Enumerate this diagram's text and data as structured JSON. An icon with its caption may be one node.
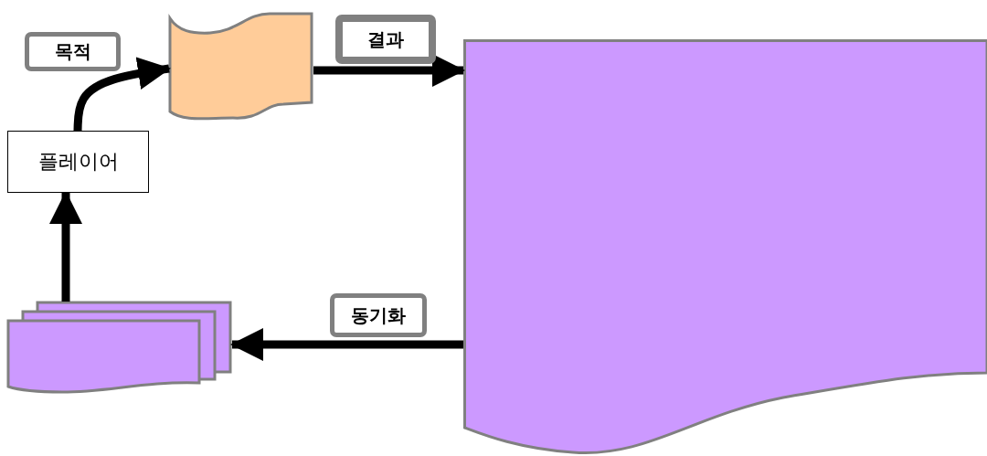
{
  "diagram": {
    "nodes": [
      {
        "text": [
          "플레이어"
        ]
      },
      {
        "text": [],
        "shape": "tape"
      },
      {
        "text": [],
        "shape": "document"
      },
      {
        "text": [],
        "shape": "documents"
      }
    ],
    "edges": [
      {
        "from": 0,
        "to": 1,
        "arrow": "to",
        "label": "목적"
      },
      {
        "from": 1,
        "to": 2,
        "arrow": "to",
        "label": "결과"
      },
      {
        "from": 2,
        "to": 3,
        "arrow": "to",
        "label": "동기화"
      },
      {
        "from": 3,
        "to": 0,
        "arrow": "to"
      }
    ]
  }
}
